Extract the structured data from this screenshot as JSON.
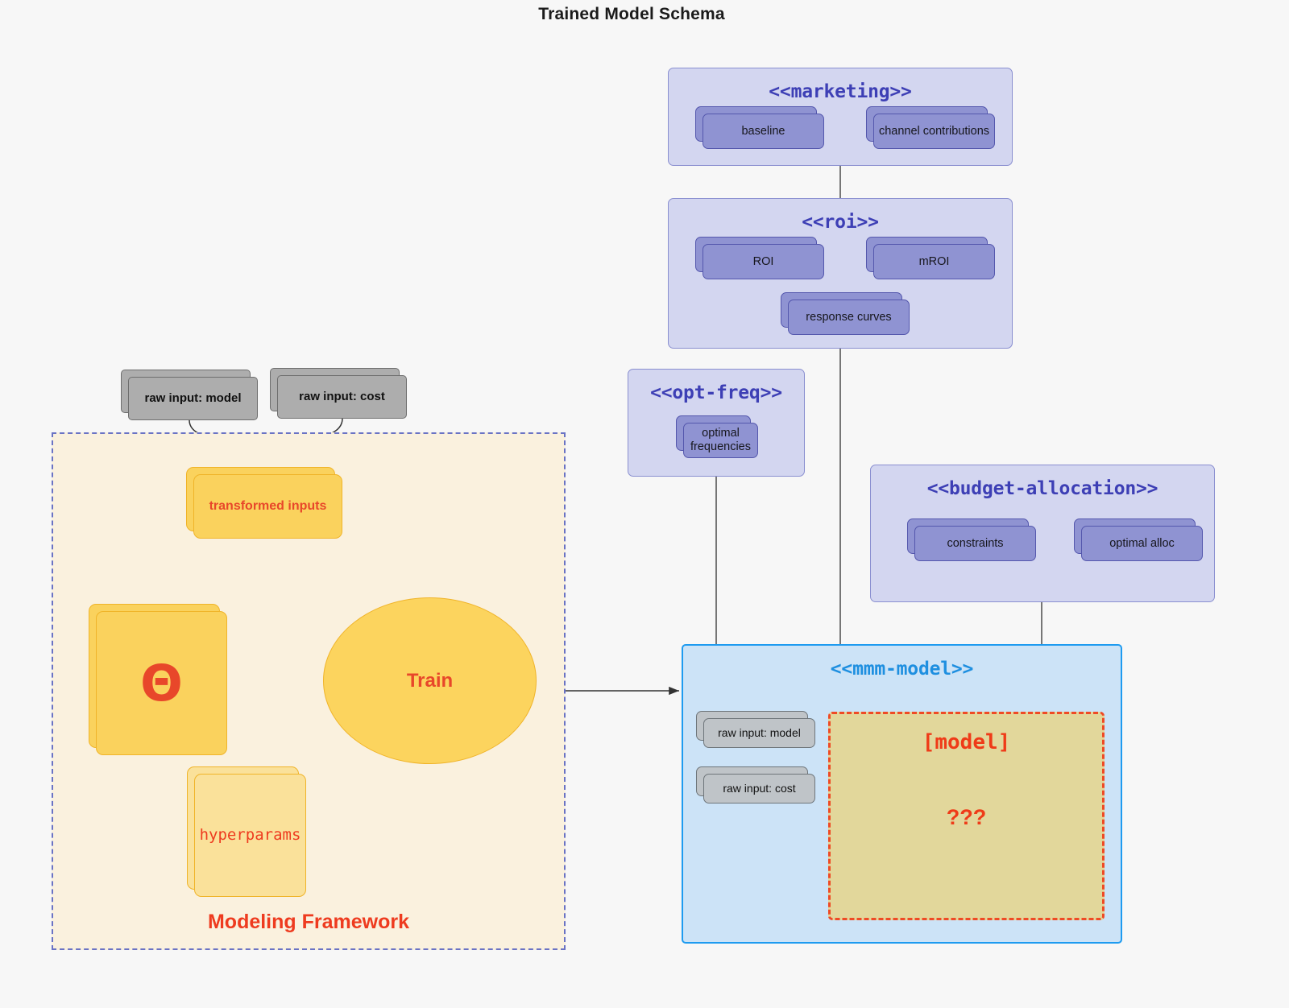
{
  "page": {
    "title": "Trained Model Schema",
    "background": "#f7f7f7"
  },
  "colors": {
    "package_fill": "#d3d6f0",
    "package_border": "#8a8fd0",
    "package_title": "#3d3fb5",
    "node_purple_fill": "#8f93d2",
    "node_purple_border": "#5457ad",
    "node_grey_fill": "#adadad",
    "node_grey_border": "#6e6e6e",
    "blue_package_fill": "#cce3f7",
    "blue_package_border": "#1e9bf0",
    "blue_package_title": "#1e8fe0",
    "framework_fill": "#faf1de",
    "framework_border": "#6a73c4",
    "yellow_fill": "#fad25d",
    "yellow_pale_fill": "#fae19a",
    "yellow_border": "#f0b429",
    "accent_red": "#e8472a",
    "model_box_fill": "#e2d79b",
    "model_box_border": "#ef4a25"
  },
  "packages": {
    "marketing": {
      "title": "<<marketing>>",
      "nodes": [
        {
          "label": "baseline"
        },
        {
          "label": "channel contributions"
        }
      ]
    },
    "roi": {
      "title": "<<roi>>",
      "nodes": [
        {
          "label": "ROI"
        },
        {
          "label": "mROI"
        },
        {
          "label": "response curves"
        }
      ]
    },
    "opt_freq": {
      "title": "<<opt-freq>>",
      "nodes": [
        {
          "label": "optimal frequencies"
        }
      ]
    },
    "budget_allocation": {
      "title": "<<budget-allocation>>",
      "nodes": [
        {
          "label": "constraints"
        },
        {
          "label": "optimal alloc"
        }
      ]
    },
    "mmm_model": {
      "title": "<<mmm-model>>",
      "nodes": [
        {
          "label": "raw input: model"
        },
        {
          "label": "raw input: cost"
        }
      ],
      "model_box": {
        "title": "[model]",
        "question": "???"
      }
    }
  },
  "framework": {
    "label": "Modeling Framework",
    "raw_inputs": [
      {
        "label": "raw input: model"
      },
      {
        "label": "raw input: cost"
      }
    ],
    "transformed_inputs": {
      "label": "transformed inputs"
    },
    "theta": {
      "label": "Θ"
    },
    "hyperparams": {
      "label": "hyperparams"
    },
    "train": {
      "label": "Train"
    }
  }
}
